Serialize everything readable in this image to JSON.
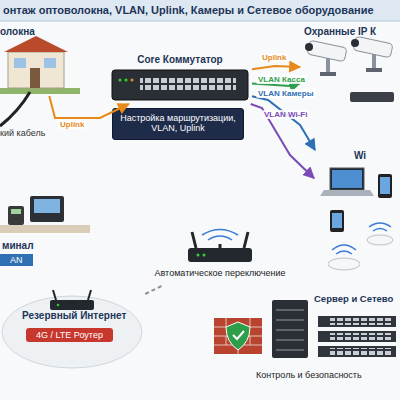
{
  "diagram": {
    "title": "онтаж оптоволокна, VLAN, Uplink, Камеры и Сетевое оборудование",
    "nodes": [
      {
        "text": [
          "олокна"
        ]
      },
      {
        "text": [
          "Core Коммутатор"
        ]
      },
      {
        "text": [
          "Охранные IP К"
        ]
      },
      {
        "text": [
          "Настройка маршрутизации, VLAN, Uplink"
        ]
      },
      {
        "text": [
          "Wi"
        ]
      },
      {
        "text": [
          "минал",
          "AN"
        ]
      },
      {
        "text": [
          "Автоматическое переключение"
        ]
      },
      {
        "text": [
          "Резервный Интернет",
          "4G / LTE Роутер"
        ]
      },
      {
        "text": [
          "Сервер и Сетево",
          "Контроль и безопасность"
        ]
      }
    ],
    "edges": [
      {
        "from": 0,
        "to": 1,
        "label": "Uplink",
        "arrow": "to"
      },
      {
        "from": 1,
        "to": 2,
        "label": "Uplink",
        "arrow": "to"
      },
      {
        "from": 1,
        "to": 2,
        "label": "VLAN Касса",
        "arrow": "to"
      },
      {
        "from": 1,
        "to": 4,
        "label": "VLAN Камеры",
        "arrow": "to"
      },
      {
        "from": 1,
        "to": 4,
        "label": "VLAN Wi-Fi",
        "arrow": "to"
      },
      {
        "from": 6,
        "to": 7,
        "arrow": "none"
      }
    ],
    "labels": [
      "кий кабель"
    ]
  }
}
